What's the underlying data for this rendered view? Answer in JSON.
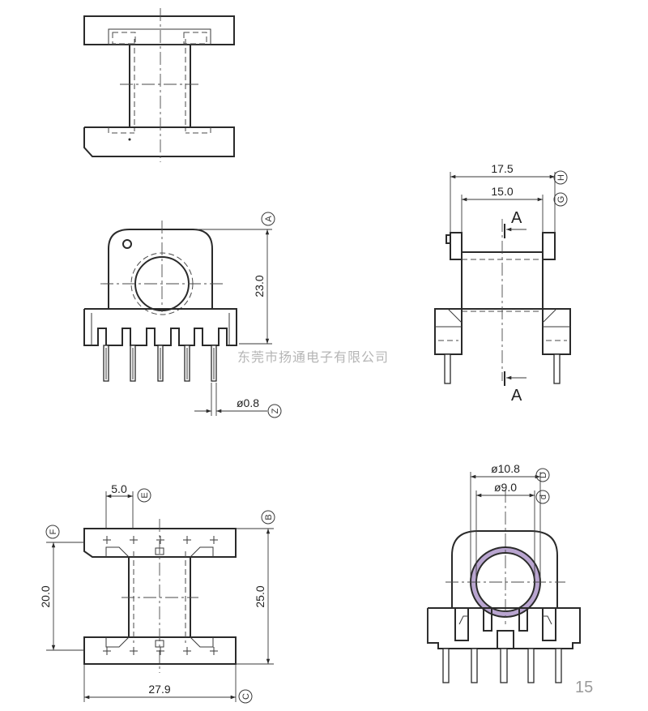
{
  "dimensions": {
    "height_A": "23.0",
    "pin_dia_Z": "ø0.8",
    "outer_width_H": "17.5",
    "inner_width_G": "15.0",
    "pin_pitch_E": "5.0",
    "inner_span": "20.0",
    "height_B": "25.0",
    "length_C": "27.9",
    "outer_dia_D": "ø10.8",
    "inner_dia_d": "ø9.0"
  },
  "callouts": {
    "A": "A",
    "Z": "Z",
    "H": "H",
    "G": "G",
    "E": "E",
    "F": "F",
    "B": "B",
    "C": "C",
    "D": "D",
    "d": "d"
  },
  "section_label": "A",
  "watermark": "东莞市扬通电子有限公司",
  "page_number": "15",
  "colors": {
    "line": "#2a2a2a",
    "coil_ring": "#b9a5d0",
    "watermark": "#b5b5b5"
  }
}
